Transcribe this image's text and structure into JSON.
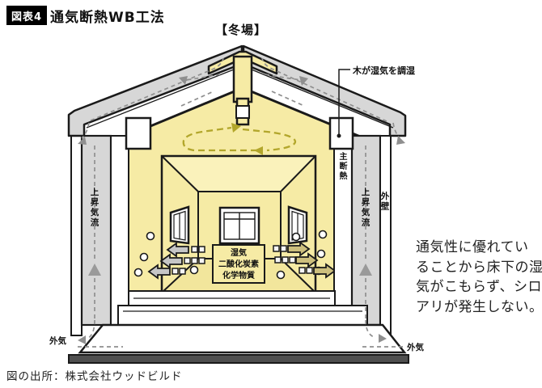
{
  "header": {
    "badge": "図表4",
    "title": "通気断熱WB工法",
    "season": "【冬場】"
  },
  "diagram": {
    "labels": {
      "roof_note": "木が湿気を調湿",
      "main_insulation": "主断熱",
      "updraft_left": "上昇気流",
      "updraft_right": "上昇気流",
      "outer_wall": "外壁",
      "outside_air_left": "外気",
      "outside_air_right": "外気",
      "substances": [
        "湿気",
        "二酸化炭素",
        "化学物質"
      ]
    },
    "colors": {
      "interior_yellow": "#f6eba5",
      "ceiling_yellow": "#faf2bb",
      "floor_yellow": "#f2e69c",
      "wall_gray": "#d7d7d7",
      "flow_dash_gray": "#8f8f8f",
      "loop_olive": "#b2a62b",
      "arrow_gray": "#c6c6c6",
      "arrow_tan": "#cdbf7d",
      "outline_black": "#1a1a1a"
    }
  },
  "annotation": {
    "lines": [
      "通気性に優れてい",
      "ることから床下の湿",
      "気がこもらず、シロ",
      "アリが発生しない。"
    ]
  },
  "footer": {
    "source": "図の出所：株式会社ウッドビルド"
  }
}
